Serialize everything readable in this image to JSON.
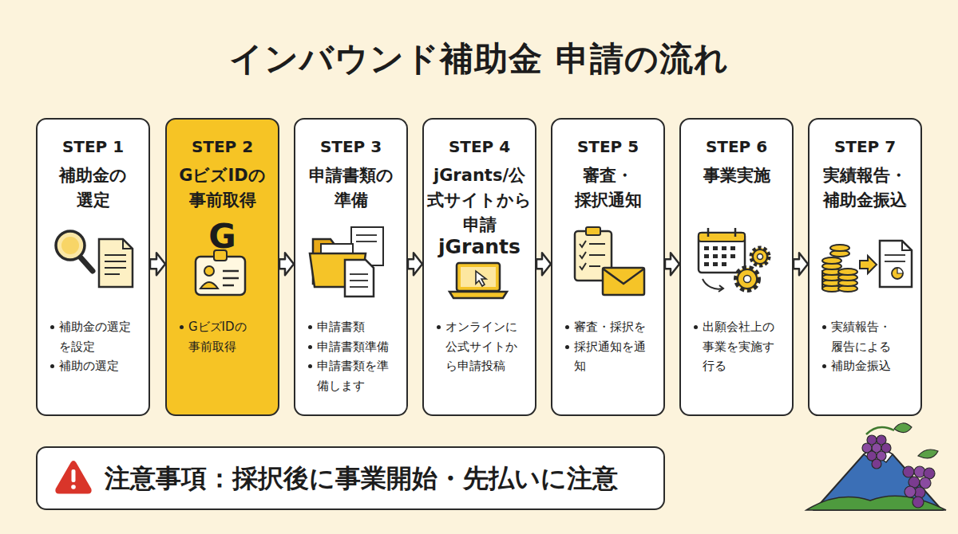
{
  "diagram": {
    "title": "インバウンド補助金 申請の流れ",
    "nodes": [
      {
        "text": [
          "STEP 1",
          "補助金の 選定",
          "補助金の選定 を設定",
          "補助の選定"
        ]
      },
      {
        "text": [
          "STEP 2",
          "GビズIDの 事前取得",
          "G",
          "GビズIDの 事前取得"
        ]
      },
      {
        "text": [
          "STEP 3",
          "申請書類の 準備",
          "申請書類",
          "申請書類準備",
          "申請書類を準 備します"
        ]
      },
      {
        "text": [
          "STEP 4",
          "jGrants/公 式サイトから 申請",
          "jGrants",
          "オンラインに 公式サイトか ら申請投稿"
        ]
      },
      {
        "text": [
          "STEP 5",
          "審査・ 採択通知",
          "審査・採択を",
          "採択通知を通 知"
        ]
      },
      {
        "text": [
          "STEP 6",
          "事業実施",
          "出願会社上の 事業を実施す 行る"
        ]
      },
      {
        "text": [
          "STEP 7",
          "実績報告・ 補助金振込",
          "実績報告・ 履告による",
          "補助金振込"
        ]
      },
      {
        "text": [
          "注意事項：採択後に事業開始・先払いに注意"
        ]
      }
    ],
    "edges": [
      {
        "from": 0,
        "to": 1,
        "arrow": "to"
      },
      {
        "from": 1,
        "to": 2,
        "arrow": "to"
      },
      {
        "from": 2,
        "to": 3,
        "arrow": "to"
      },
      {
        "from": 3,
        "to": 4,
        "arrow": "to"
      },
      {
        "from": 4,
        "to": 5,
        "arrow": "to"
      },
      {
        "from": 5,
        "to": 6,
        "arrow": "to"
      }
    ]
  }
}
